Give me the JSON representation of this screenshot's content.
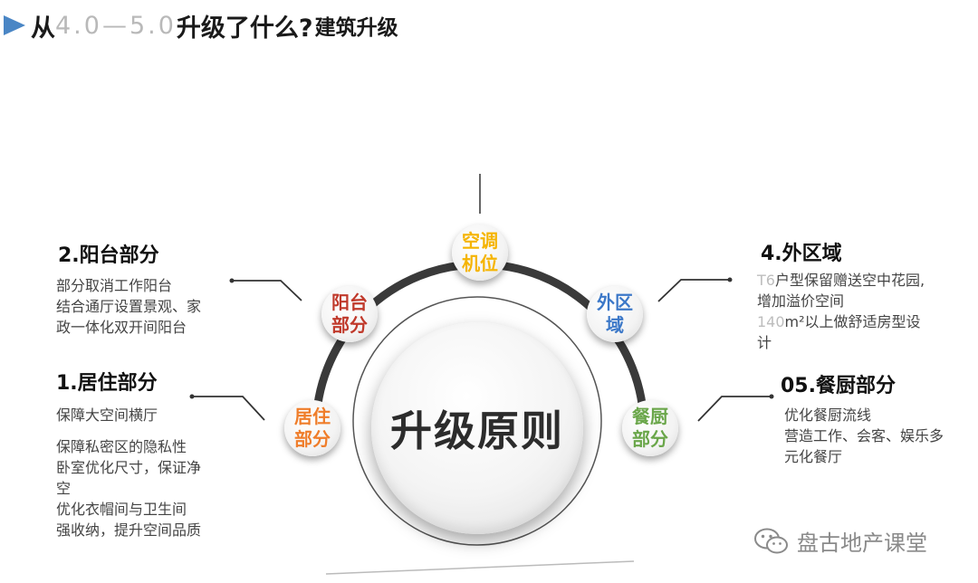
{
  "header": {
    "title_prefix": "从",
    "title_version": "4.0—5.0",
    "title_question": "升级了什么?",
    "title_sub": "建筑升级"
  },
  "center": {
    "label": "升级原则"
  },
  "nodes": {
    "air": {
      "line1": "空调",
      "line2": "机位",
      "color": "#f5b400"
    },
    "balcony": {
      "line1": "阳台",
      "line2": "部分",
      "color": "#c0392b"
    },
    "living": {
      "line1": "居住",
      "line2": "部分",
      "color": "#ef7d2a"
    },
    "outer": {
      "line1": "外区",
      "line2": "域",
      "color": "#3c78c8"
    },
    "kitchen": {
      "line1": "餐厨",
      "line2": "部分",
      "color": "#6aa64a"
    }
  },
  "sections": {
    "balcony": {
      "heading": "2.阳台部分",
      "lines": [
        "部分取消工作阳台",
        "结合通厅设置景观、家",
        "政一体化双开间阳台"
      ]
    },
    "living": {
      "heading": "1.居住部分",
      "line1": "保障大空间横厅",
      "lines": [
        "保障私密区的隐私性",
        "卧室优化尺寸，保证净",
        "空",
        "优化衣帽间与卫生间",
        "强收纳，提升空间品质"
      ]
    },
    "outer": {
      "heading": "4.外区域",
      "l1_prefix": "T6",
      "l1_rest": "户型保留赠送空中花园,",
      "l2": "增加溢价空间",
      "l3_prefix": "140",
      "l3_rest": "m²以上做舒适房型设",
      "l4": "计"
    },
    "kitchen": {
      "heading": "05.餐厨部分",
      "lines": [
        "优化餐厨流线",
        "营造工作、会客、娱乐多",
        "元化餐厅"
      ]
    }
  },
  "watermark": {
    "text": "盘古地产课堂",
    "icon": "wechat-icon"
  }
}
